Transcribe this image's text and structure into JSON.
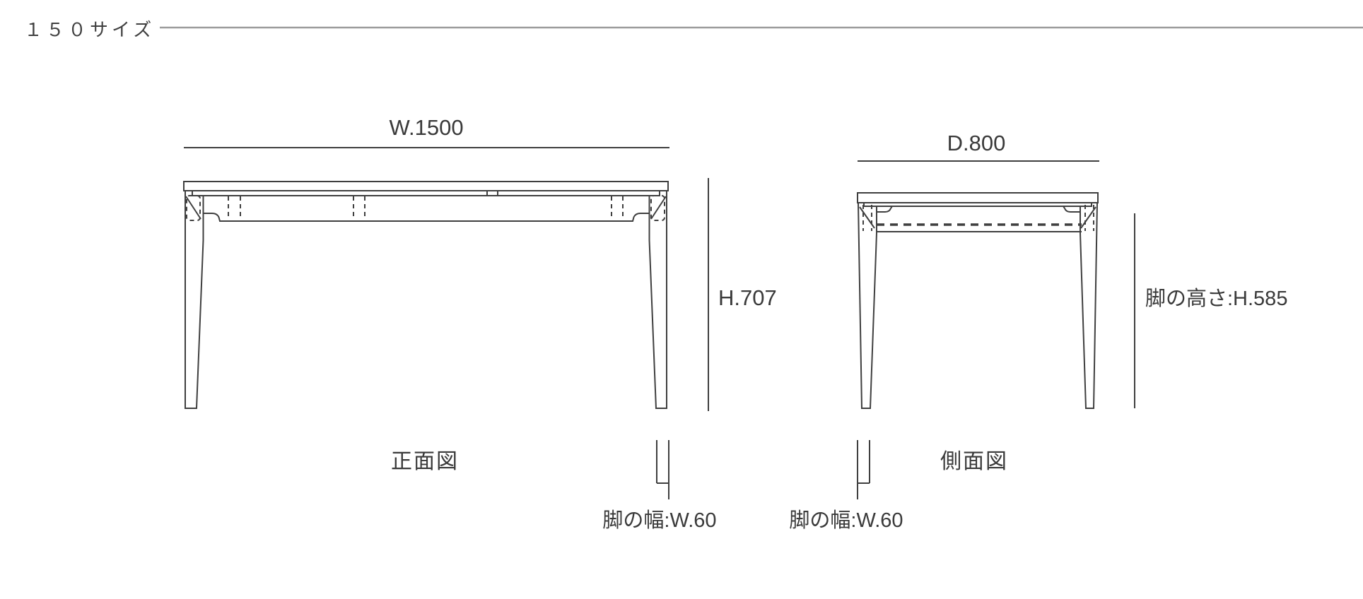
{
  "header": {
    "size_label": "１５０サイズ"
  },
  "front_view": {
    "caption": "正面図",
    "width_dim": "W.1500",
    "height_dim": "H.707",
    "leg_width_dim": "脚の幅:W.60"
  },
  "side_view": {
    "caption": "側面図",
    "depth_dim": "D.800",
    "leg_height_dim": "脚の高さ:H.585",
    "leg_width_dim": "脚の幅:W.60"
  },
  "colors": {
    "line": "#3f3f3f",
    "text": "#3a3a3a",
    "header_rule": "#9c9c9c",
    "background": "#ffffff"
  }
}
